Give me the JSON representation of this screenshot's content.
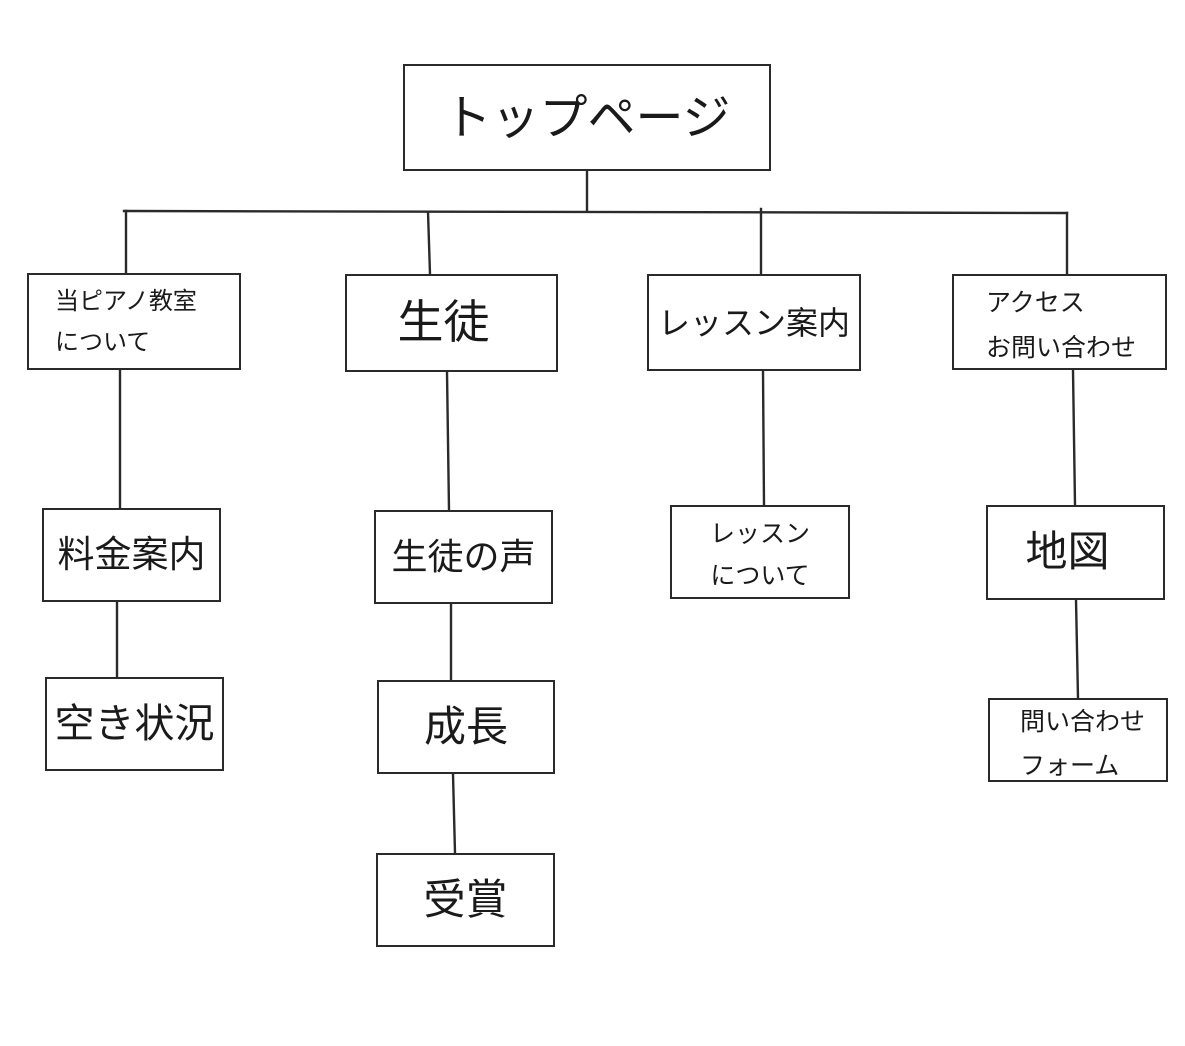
{
  "diagram": {
    "top": "トップページ",
    "about": [
      "当ピアノ教室",
      "について"
    ],
    "student": "生徒",
    "lesson": "レッスン案内",
    "access": [
      "アクセス",
      "お問い合わせ"
    ],
    "fee": "料金案内",
    "voice": "生徒の声",
    "lesson_about": [
      "レッスン",
      "について"
    ],
    "map": "地図",
    "vacancy": "空き状況",
    "growth": "成長",
    "form": [
      "問い合わせ",
      "フォーム"
    ],
    "award": "受賞"
  }
}
